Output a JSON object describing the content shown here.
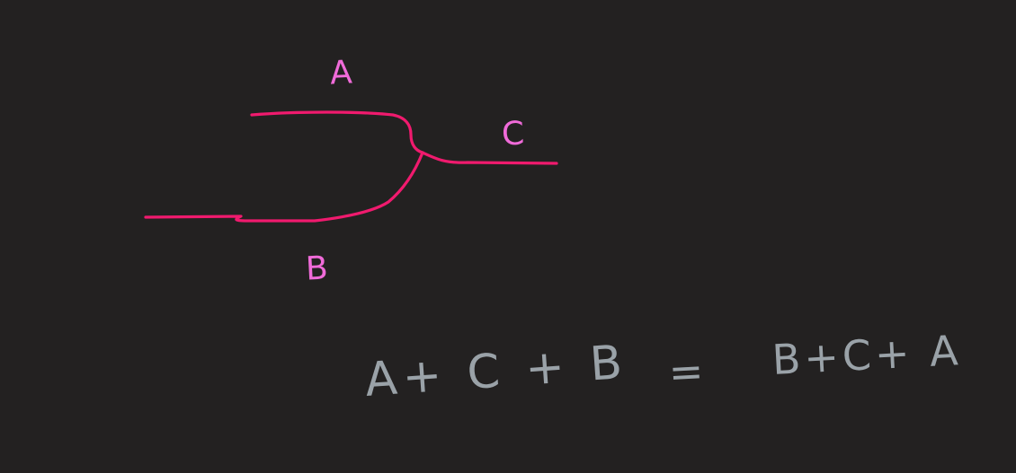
{
  "diagram": {
    "labels": {
      "a": "A",
      "b": "B",
      "c": "C"
    },
    "equation": {
      "left": "A+ C + B",
      "sign": "=",
      "right": "B+C+ A"
    },
    "colors": {
      "background": "#232121",
      "wire": "#f01a6e",
      "label": "#f06bd9",
      "equation": "#9aa2a8"
    }
  }
}
